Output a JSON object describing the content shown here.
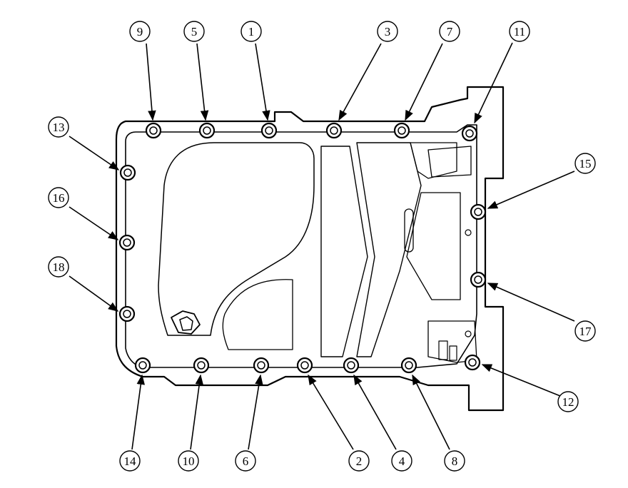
{
  "figure": {
    "callouts": [
      {
        "id": "c9",
        "label": "9"
      },
      {
        "id": "c5",
        "label": "5"
      },
      {
        "id": "c1",
        "label": "1"
      },
      {
        "id": "c3",
        "label": "3"
      },
      {
        "id": "c7",
        "label": "7"
      },
      {
        "id": "c11",
        "label": "11"
      },
      {
        "id": "c13",
        "label": "13"
      },
      {
        "id": "c16",
        "label": "16"
      },
      {
        "id": "c18",
        "label": "18"
      },
      {
        "id": "c15",
        "label": "15"
      },
      {
        "id": "c17",
        "label": "17"
      },
      {
        "id": "c12",
        "label": "12"
      },
      {
        "id": "c14",
        "label": "14"
      },
      {
        "id": "c10",
        "label": "10"
      },
      {
        "id": "c6",
        "label": "6"
      },
      {
        "id": "c2",
        "label": "2"
      },
      {
        "id": "c4",
        "label": "4"
      },
      {
        "id": "c8",
        "label": "8"
      }
    ]
  }
}
